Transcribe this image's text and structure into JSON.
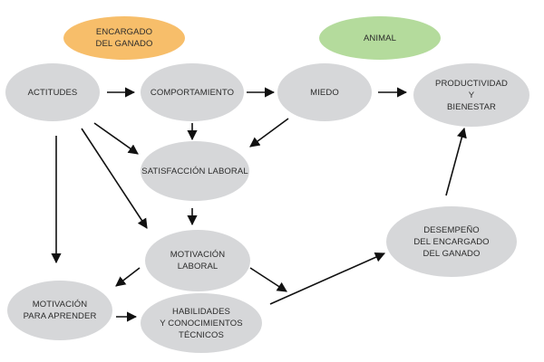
{
  "diagram": {
    "colors": {
      "node_fill": "#d6d7d9",
      "encargado_fill": "#f7be6a",
      "animal_fill": "#b4db9c",
      "arrow": "#111111",
      "text": "#2b2b2b"
    },
    "nodes": {
      "encargado": "ENCARGADO\nDEL GANADO",
      "animal": "ANIMAL",
      "actitudes": "ACTITUDES",
      "comportamiento": "COMPORTAMIENTO",
      "miedo": "MIEDO",
      "productividad": "PRODUCTIVIDAD\nY\nBIENESTAR",
      "satisfaccion": "SATISFACCIÓN LABORAL",
      "motivacion_laboral": "MOTIVACIÓN\nLABORAL",
      "motivacion_aprender": "MOTIVACIÓN\nPARA APRENDER",
      "habilidades": "HABILIDADES\nY CONOCIMIENTOS\nTÉCNICOS",
      "desempeno": "DESEMPEÑO\nDEL ENCARGADO\nDEL GANADO"
    },
    "edges": [
      {
        "from": "actitudes",
        "to": "comportamiento"
      },
      {
        "from": "comportamiento",
        "to": "miedo"
      },
      {
        "from": "miedo",
        "to": "productividad"
      },
      {
        "from": "comportamiento",
        "to": "satisfaccion"
      },
      {
        "from": "miedo",
        "to": "satisfaccion"
      },
      {
        "from": "actitudes",
        "to": "satisfaccion"
      },
      {
        "from": "actitudes",
        "to": "motivacion_laboral"
      },
      {
        "from": "actitudes",
        "to": "motivacion_aprender"
      },
      {
        "from": "satisfaccion",
        "to": "motivacion_laboral"
      },
      {
        "from": "motivacion_laboral",
        "to": "motivacion_aprender"
      },
      {
        "from": "motivacion_laboral",
        "to": "habilidades"
      },
      {
        "from": "motivacion_aprender",
        "to": "habilidades"
      },
      {
        "from": "habilidades",
        "to": "desempeno"
      },
      {
        "from": "desempeno",
        "to": "productividad"
      }
    ]
  }
}
